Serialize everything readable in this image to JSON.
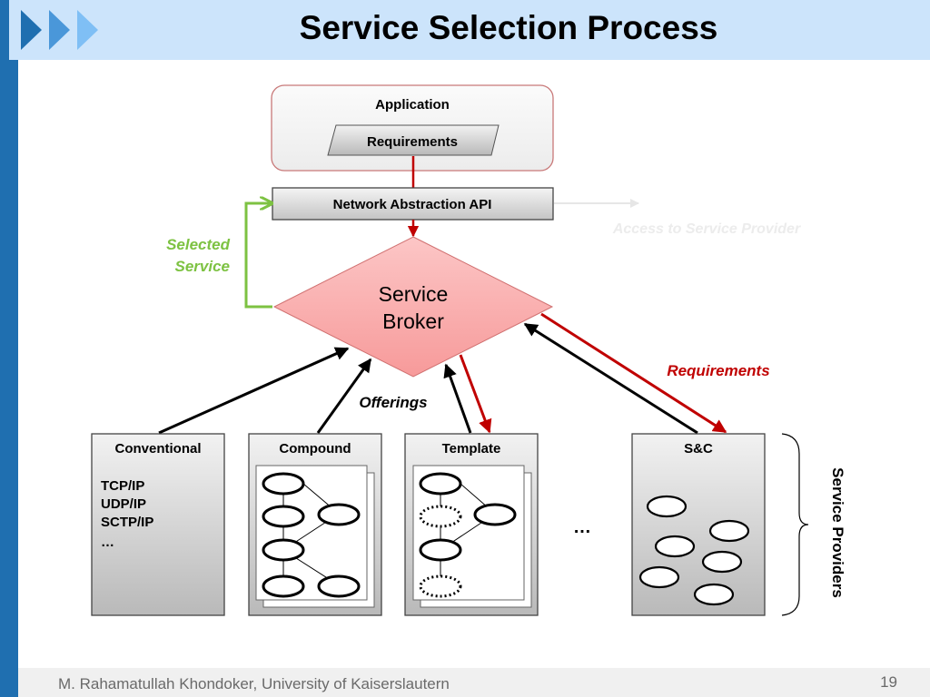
{
  "slide": {
    "title": "Service Selection Process",
    "footer_author": "M. Rahamatullah Khondoker, University of Kaiserslautern",
    "page_number": "19"
  },
  "colors": {
    "left_bar": "#1f6fb0",
    "header_bg": "#cce4fb",
    "chevron_1": "#1f6fb0",
    "chevron_2": "#4a97d9",
    "chevron_3": "#7fbff5",
    "requirements_red": "#c00000",
    "selected_green": "#7dc242",
    "broker_fill": "#f9a8a8",
    "faded_text": "#ececec"
  },
  "diagram": {
    "application": {
      "title": "Application",
      "requirements": "Requirements"
    },
    "api": "Network Abstraction API",
    "access_label": "Access  to Service Provider",
    "selected_service": [
      "Selected",
      "Service"
    ],
    "broker": [
      "Service",
      "Broker"
    ],
    "offerings_label": "Offerings",
    "requirements_label": "Requirements",
    "ellipsis": "…",
    "service_providers_label": "Service Providers",
    "providers": [
      {
        "title": "Conventional",
        "items": [
          "TCP/IP",
          "UDP/IP",
          "SCTP/IP",
          "…"
        ]
      },
      {
        "title": "Compound"
      },
      {
        "title": "Template"
      },
      {
        "title": "S&C"
      }
    ]
  }
}
